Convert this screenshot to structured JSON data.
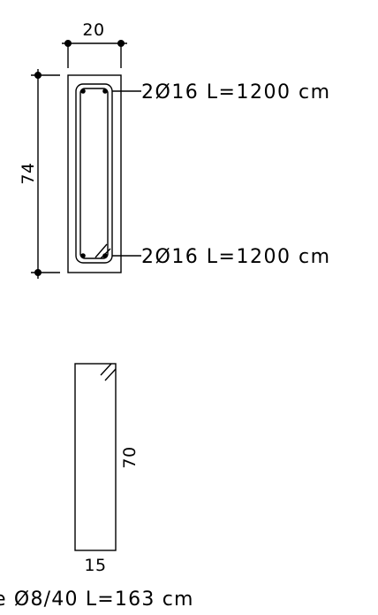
{
  "section": {
    "width_dim": "20",
    "height_dim": "74",
    "top_bars": "2Ø16  L=1200  cm",
    "bottom_bars": "2Ø16  L=1200  cm"
  },
  "stirrup": {
    "height_dim": "70",
    "width_dim": "15",
    "label": "e  Ø8/40  L=163  cm"
  }
}
